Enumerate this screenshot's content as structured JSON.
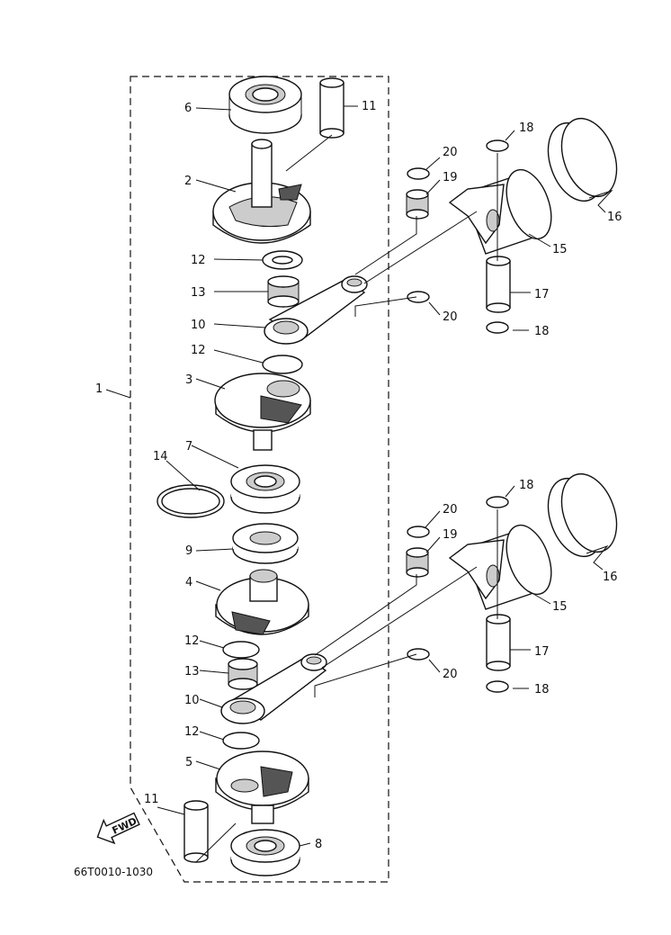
{
  "diagram_code": "66T0010-1030",
  "fwd_label": "FWD",
  "callouts": {
    "c1": "1",
    "c2": "2",
    "c3": "3",
    "c4": "4",
    "c5": "5",
    "c6": "6",
    "c7": "7",
    "c8": "8",
    "c9": "9",
    "c10a": "10",
    "c10b": "10",
    "c11a": "11",
    "c11b": "11",
    "c12a": "12",
    "c12b": "12",
    "c12c": "12",
    "c12d": "12",
    "c13a": "13",
    "c13b": "13",
    "c14": "14",
    "c15a": "15",
    "c15b": "15",
    "c16a": "16",
    "c16b": "16",
    "c17a": "17",
    "c17b": "17",
    "c18a": "18",
    "c18b": "18",
    "c18c": "18",
    "c18d": "18",
    "c19a": "19",
    "c19b": "19",
    "c20a": "20",
    "c20b": "20",
    "c20c": "20",
    "c20d": "20"
  }
}
